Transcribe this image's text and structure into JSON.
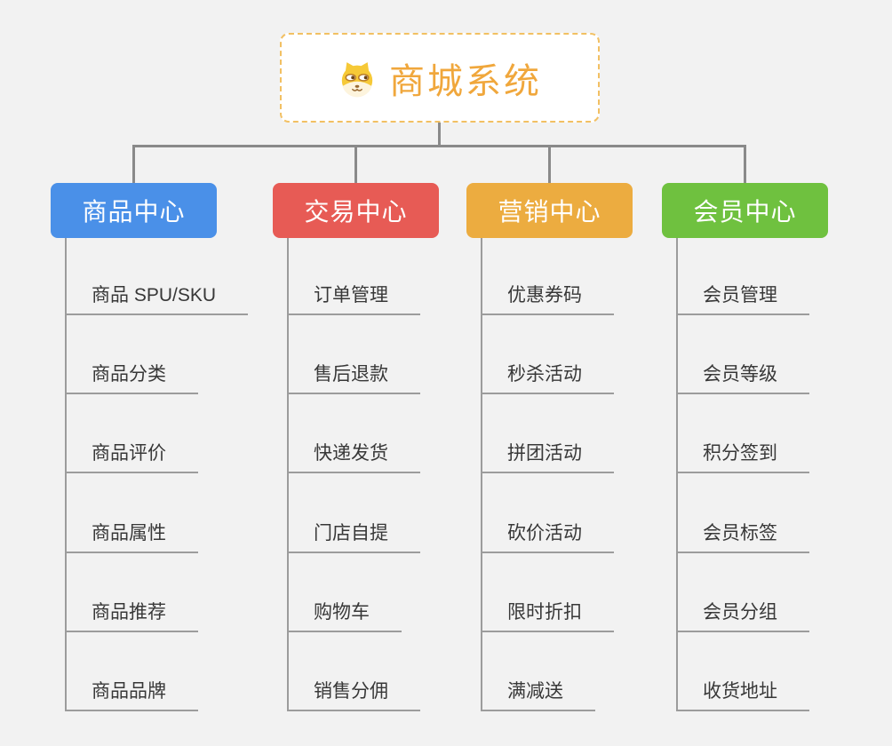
{
  "canvas": {
    "background": "#f2f2f2",
    "connector_color": "#8a8a8a",
    "child_line_color": "#9c9c9c",
    "child_text_color": "#383838"
  },
  "root": {
    "title": "商城系统",
    "icon": "shiba-dog-icon",
    "text_color": "#f0a73c",
    "border_color": "#f2c063",
    "background": "#ffffff"
  },
  "branches": [
    {
      "label": "商品中心",
      "color": "#4a90e8",
      "children": [
        "商品 SPU/SKU",
        "商品分类",
        "商品评价",
        "商品属性",
        "商品推荐",
        "商品品牌"
      ]
    },
    {
      "label": "交易中心",
      "color": "#e75b55",
      "children": [
        "订单管理",
        "售后退款",
        "快递发货",
        "门店自提",
        "购物车",
        "销售分佣"
      ]
    },
    {
      "label": "营销中心",
      "color": "#ecac40",
      "children": [
        "优惠券码",
        "秒杀活动",
        "拼团活动",
        "砍价活动",
        "限时折扣",
        "满减送"
      ]
    },
    {
      "label": "会员中心",
      "color": "#6fc13f",
      "children": [
        "会员管理",
        "会员等级",
        "积分签到",
        "会员标签",
        "会员分组",
        "收货地址"
      ]
    }
  ]
}
